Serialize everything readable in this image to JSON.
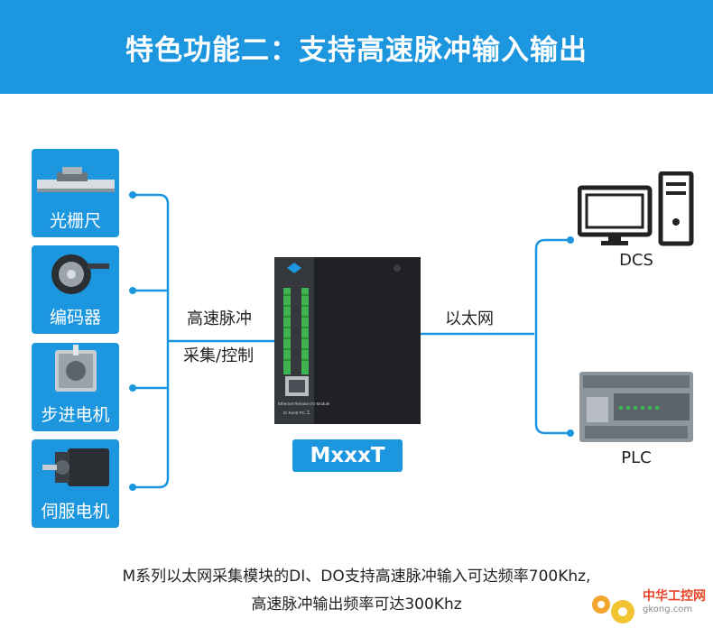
{
  "header": {
    "title": "特色功能二：支持高速脉冲输入输出"
  },
  "inputs": [
    {
      "label": "光栅尺"
    },
    {
      "label": "编码器"
    },
    {
      "label": "步进电机"
    },
    {
      "label": "伺服电机"
    }
  ],
  "link_left": {
    "line1": "高速脉冲",
    "line2": "采集/控制"
  },
  "link_right": {
    "label": "以太网"
  },
  "device": {
    "model": "MxxxT",
    "panel_text": "Ethernet Remote I/O Module",
    "panel_logo": "IC Kontr PC 工"
  },
  "outputs": [
    {
      "label": "DCS"
    },
    {
      "label": "PLC"
    }
  ],
  "description": {
    "line1": "M系列以太网采集模块的DI、DO支持高速脉冲输入可达频率700Khz,",
    "line2": "高速脉冲输出频率可达300Khz"
  },
  "watermark": {
    "brand": "中华工控网",
    "url": "gkong.com"
  },
  "colors": {
    "accent": "#1c97df",
    "device_body": "#222222",
    "terminal": "#3fb34f"
  }
}
